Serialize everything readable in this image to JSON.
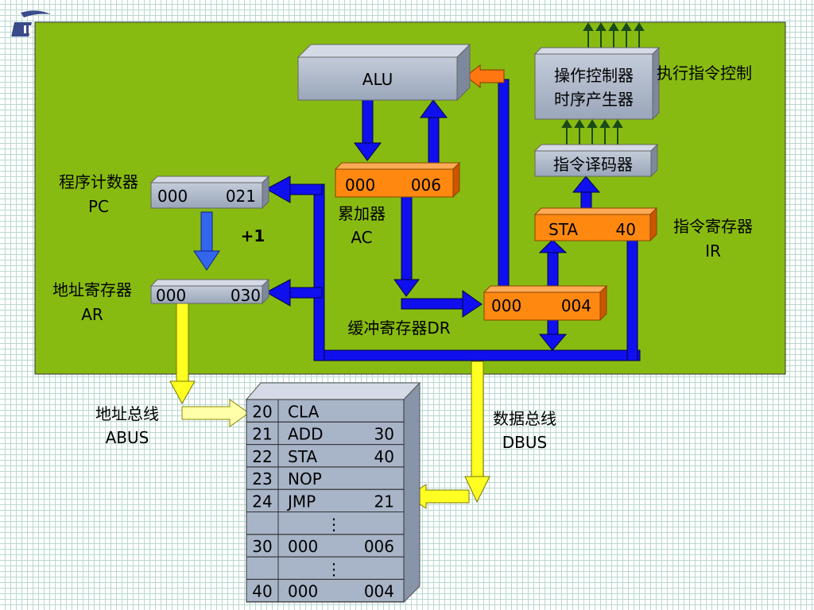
{
  "alu": {
    "label": "ALU"
  },
  "controller": {
    "line1": "操作控制器",
    "line2": "时序产生器"
  },
  "exec_control": {
    "label": "执行指令控制"
  },
  "decoder": {
    "label": "指令译码器"
  },
  "pc": {
    "name": "程序计数器",
    "abbr": "PC",
    "left": "000",
    "right": "021"
  },
  "plus_one": {
    "label": "+1"
  },
  "ar": {
    "name": "地址寄存器",
    "abbr": "AR",
    "left": "000",
    "right": "030"
  },
  "ac": {
    "name": "累加器",
    "abbr": "AC",
    "left": "000",
    "right": "006"
  },
  "dr": {
    "name": "缓冲寄存器DR",
    "left": "000",
    "right": "004"
  },
  "ir": {
    "name": "指令寄存器",
    "abbr": "IR",
    "left": "STA",
    "right": "40"
  },
  "abus": {
    "name": "地址总线",
    "abbr": "ABUS"
  },
  "dbus": {
    "name": "数据总线",
    "abbr": "DBUS"
  },
  "memory": {
    "rows": [
      {
        "addr": "20",
        "op": "CLA",
        "val": ""
      },
      {
        "addr": "21",
        "op": "ADD",
        "val": "30"
      },
      {
        "addr": "22",
        "op": "STA",
        "val": "40"
      },
      {
        "addr": "23",
        "op": "NOP",
        "val": ""
      },
      {
        "addr": "24",
        "op": "JMP",
        "val": "21"
      },
      {
        "addr": "",
        "op": "⋮",
        "val": ""
      },
      {
        "addr": "30",
        "op": "000",
        "val": "006"
      },
      {
        "addr": "",
        "op": "⋮",
        "val": ""
      },
      {
        "addr": "40",
        "op": "000",
        "val": "004"
      }
    ]
  },
  "colors": {
    "board": "#88bb11",
    "register_orange": "#ff8811",
    "register_gray": "#a8b4c8",
    "bus_blue": "#1010ee",
    "bus_yellow": "#ffff22",
    "control_green": "#1a4a1a"
  }
}
